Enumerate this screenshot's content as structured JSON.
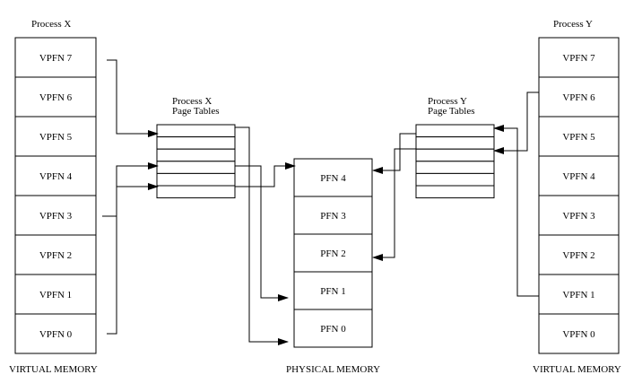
{
  "labels": {
    "process_x": "Process X",
    "process_y": "Process Y",
    "pt_x_line1": "Process X",
    "pt_x_line2": "Page Tables",
    "pt_y_line1": "Process Y",
    "pt_y_line2": "Page Tables",
    "virtual_memory_left": "VIRTUAL MEMORY",
    "physical_memory": "PHYSICAL MEMORY",
    "virtual_memory_right": "VIRTUAL MEMORY"
  },
  "process_x_vpfns": [
    "VPFN 7",
    "VPFN 6",
    "VPFN 5",
    "VPFN 4",
    "VPFN 3",
    "VPFN 2",
    "VPFN 1",
    "VPFN 0"
  ],
  "process_y_vpfns": [
    "VPFN 7",
    "VPFN 6",
    "VPFN 5",
    "VPFN 4",
    "VPFN 3",
    "VPFN 2",
    "VPFN 1",
    "VPFN 0"
  ],
  "physical_pfns": [
    "PFN 4",
    "PFN 3",
    "PFN 2",
    "PFN 1",
    "PFN 0"
  ],
  "page_table_rows": 6
}
